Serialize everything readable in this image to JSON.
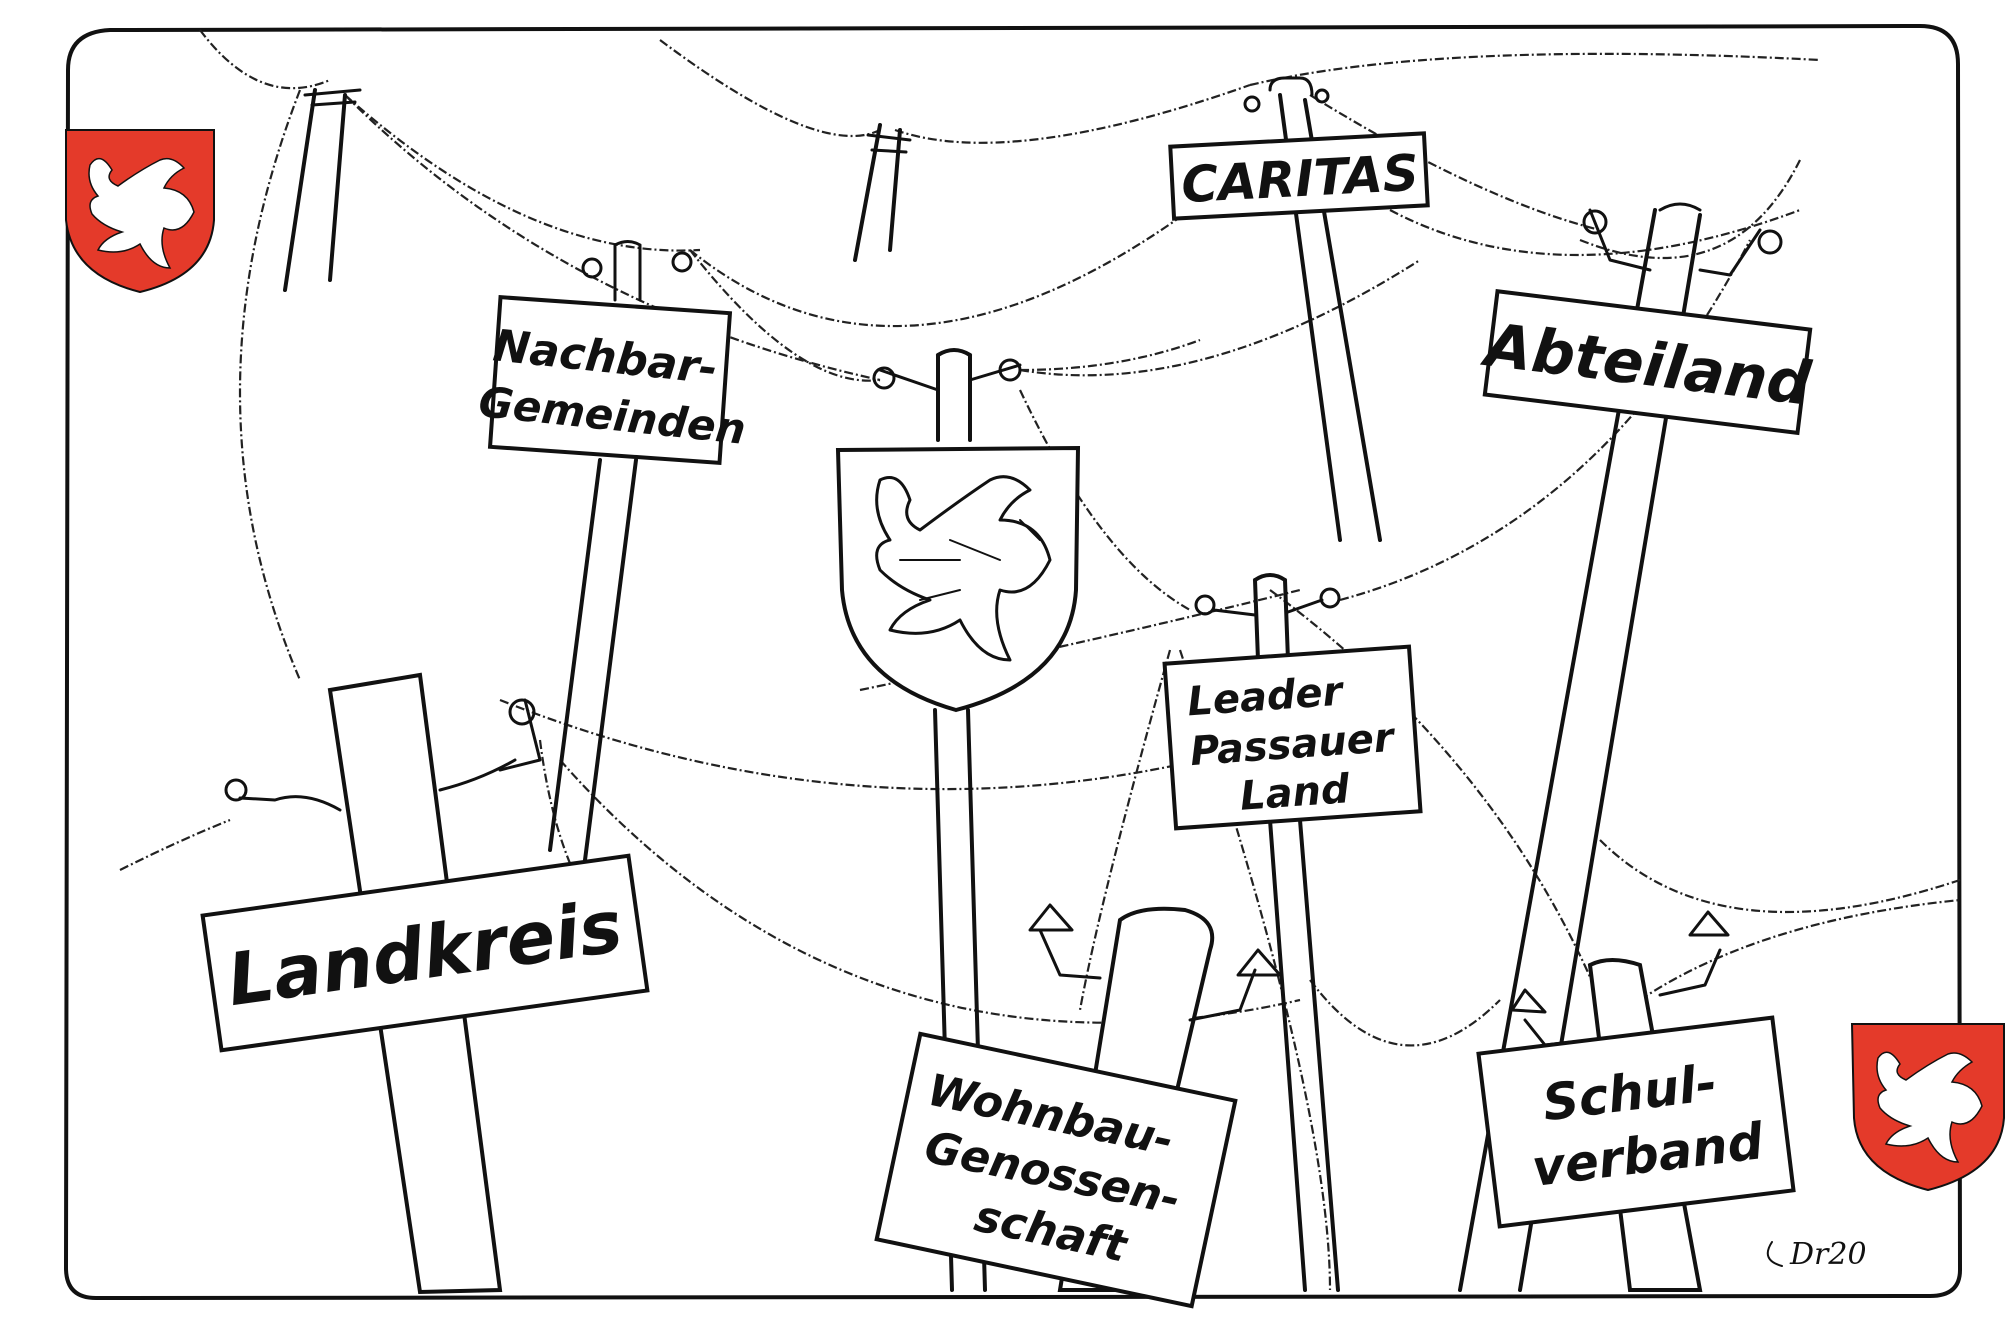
{
  "signs": {
    "caritas": "CARITAS",
    "nachbar_line1": "Nachbar-",
    "nachbar_line2": "Gemeinden",
    "abteiland": "Abteiland",
    "leader_line1": "Leader",
    "leader_line2": "Passauer",
    "leader_line3": "Land",
    "landkreis": "Landkreis",
    "wohnbau_line1": "Wohnbau-",
    "wohnbau_line2": "Genossen-",
    "wohnbau_line3": "schaft",
    "schul_line1": "Schul-",
    "schul_line2": "verband"
  },
  "signature": "Dr20",
  "coat_of_arms": {
    "color": "#e43a2a",
    "charge": "white wolf rampant",
    "icon": "wolf-crest-icon"
  }
}
